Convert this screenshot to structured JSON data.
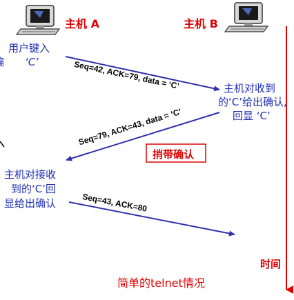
{
  "hosts": {
    "a_label": "主机 A",
    "b_label": "主机 B"
  },
  "host_a_event": {
    "line1": "用户键入",
    "line2": "‘C’"
  },
  "host_b_event": {
    "line1": "主机对收到",
    "line2": "的‘C’给出确认,",
    "line3": "回显  ‘C’"
  },
  "host_a_ack_event": {
    "line1": "主机对接收",
    "line2": "到的‘C’回",
    "line3": "显给出确认"
  },
  "messages": [
    {
      "text": "Seq=42, ACK=79, data = ‘C’"
    },
    {
      "text": "Seq=79, ACK=43, data = ‘C’"
    },
    {
      "text": "Seq=43, ACK=80"
    }
  ],
  "piggyback_label": "捎带确认",
  "time_label": "时间",
  "caption": "简单的telnet情况",
  "edge_fragment": "编",
  "colors": {
    "red": "#e00000",
    "blue": "#1f2fb4",
    "arrow": "#2f2fae"
  }
}
